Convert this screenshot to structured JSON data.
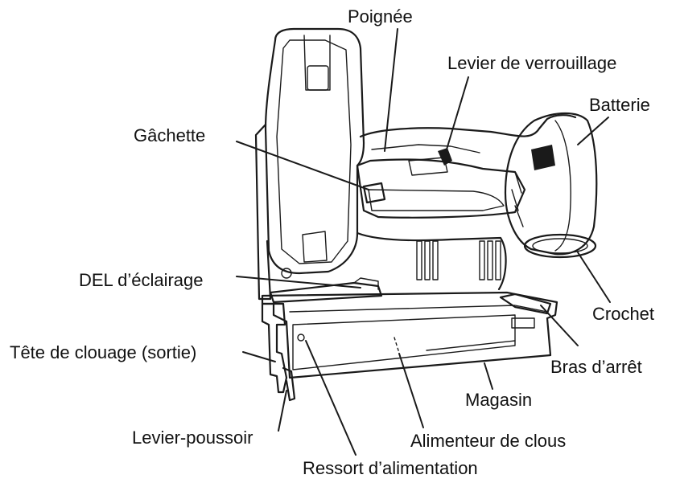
{
  "diagram": {
    "labels": {
      "poignee": "Poignée",
      "levier_verrouillage": "Levier de verrouillage",
      "batterie": "Batterie",
      "gachette": "Gâchette",
      "del_eclairage": "DEL d’éclairage",
      "crochet": "Crochet",
      "tete_clouage": "Tête de clouage (sortie)",
      "bras_arret": "Bras d’arrêt",
      "magasin": "Magasin",
      "levier_poussoir": "Levier-poussoir",
      "alimenteur_clous": "Alimenteur de clous",
      "ressort_alimentation": "Ressort d’alimentation"
    }
  }
}
